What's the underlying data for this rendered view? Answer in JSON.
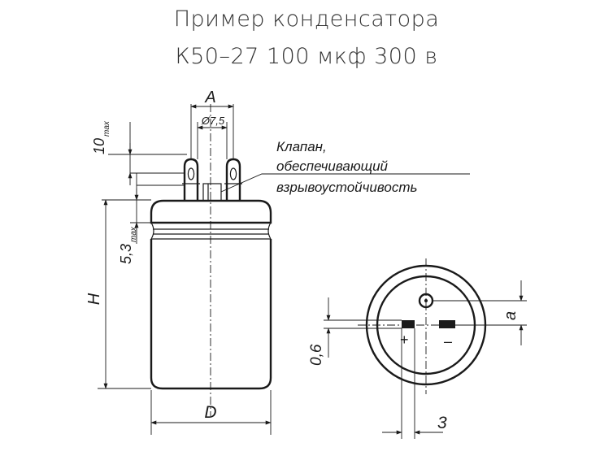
{
  "title": {
    "line1": "Пример конденсатора",
    "line2": "К50–27 100 мкф 300 в"
  },
  "dimensions": {
    "A": "A",
    "dia": "Ø7,5",
    "ten_max": "10",
    "ten_max_sub": "max",
    "h53_max": "5,3",
    "h53_max_sub": "max",
    "H": "H",
    "D": "D",
    "zero_six": "0,6",
    "a": "a",
    "three": "3"
  },
  "annotation": {
    "line1": "Клапан,",
    "line2": "обеспечивающий",
    "line3": "взрывоустойчивость"
  },
  "polarity": {
    "plus": "+",
    "minus": "–"
  }
}
